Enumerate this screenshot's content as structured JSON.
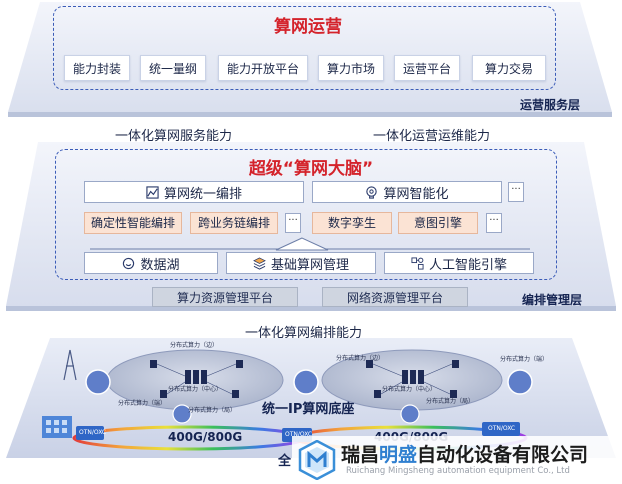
{
  "top_layer": {
    "title": "算网运营",
    "items": [
      "能力封装",
      "统一量纲",
      "能力开放平台",
      "算力市场",
      "运营平台",
      "算力交易"
    ],
    "layer_label": "运营服务层"
  },
  "mid_captions": {
    "left": "一体化算网服务能力",
    "right": "一体化运营运维能力"
  },
  "middle_layer": {
    "title": "超级“算网大脑”",
    "row1": {
      "left": "算网统一编排",
      "right": "算网智能化",
      "more": "···"
    },
    "row2": [
      "确定性智能编排",
      "跨业务链编排",
      "···",
      "数字孪生",
      "意图引擎",
      "···"
    ],
    "row3": [
      "数据湖",
      "基础算网管理",
      "人工智能引擎"
    ],
    "row4": [
      "算力资源管理平台",
      "网络资源管理平台"
    ],
    "layer_label": "编排管理层"
  },
  "bottom_layer": {
    "caption": "一体化算网编排能力",
    "ip_base": "统一IP算网底座",
    "bandwidth_left": "400G/800G",
    "bandwidth_right": "400G/800G",
    "otn_left": "OTN/OXC",
    "otn_mid": "OTN/OXC",
    "otn_right": "OTN/OXC",
    "cluster_labels": [
      "分布式算力（边）",
      "分布式算力（中心）",
      "分布式算力（端）",
      "分布式算力（局）"
    ],
    "partial_char": "全"
  },
  "watermark": {
    "cn_prefix": "瑞昌",
    "cn_brand": "明盛",
    "cn_suffix": "自动化设备有限公司",
    "en": "Ruichang Mingsheng automation equipment Co., Ltd"
  }
}
